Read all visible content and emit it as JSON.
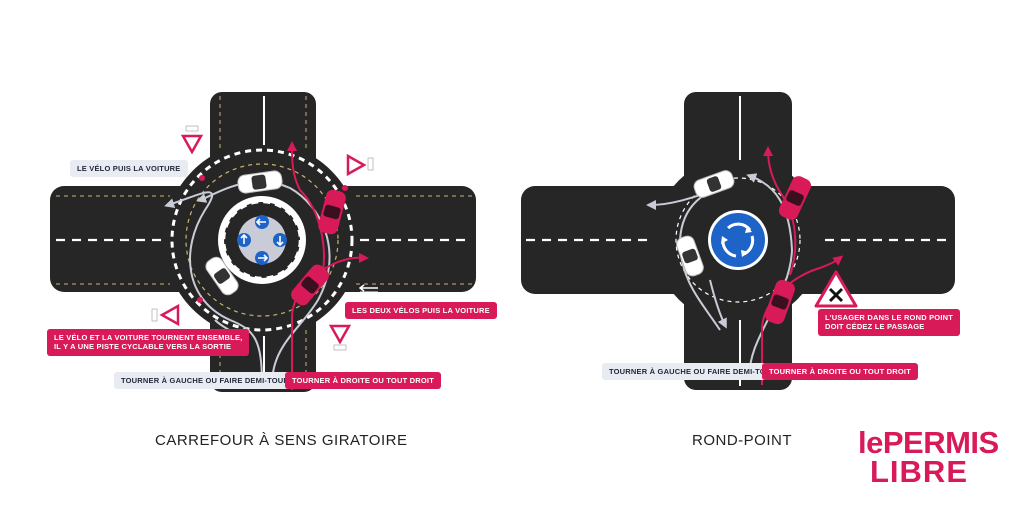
{
  "colors": {
    "road": "#262626",
    "pink": "#d81b58",
    "label_bg_light": "#e9ebf2",
    "sign_blue": "#1e64c8",
    "white": "#ffffff"
  },
  "left": {
    "caption": "CARREFOUR À SENS GIRATOIRE",
    "labels": {
      "velo_puis_voiture": "LE VÉLO PUIS LA VOITURE",
      "deux_velos": "LES DEUX VÉLOS PUIS LA VOITURE",
      "tournent_ensemble_1": "LE VÉLO ET LA VOITURE TOURNENT ENSEMBLE,",
      "tournent_ensemble_2": "IL Y A UNE PISTE CYCLABLE VERS LA SORTIE",
      "gauche": "TOURNER À GAUCHE OU FAIRE DEMI-TOUR",
      "droite": "TOURNER À DROITE OU TOUT DROIT"
    },
    "icons": [
      "yield-sign-icon",
      "bike-sign-icon",
      "roundabout-mandatory-sign-icon"
    ]
  },
  "right": {
    "caption": "ROND-POINT",
    "labels": {
      "usager_1": "L'USAGER DANS LE ROND POINT",
      "usager_2": "DOIT CÉDEZ LE PASSAGE",
      "gauche": "TOURNER À GAUCHE OU FAIRE DEMI-TOUR",
      "droite": "TOURNER À DROITE OU TOUT DROIT"
    },
    "icons": [
      "roundabout-sign-icon",
      "priority-warning-sign-icon"
    ]
  },
  "brand": {
    "line1": "lePERMIS",
    "line2": "LIBRE"
  }
}
